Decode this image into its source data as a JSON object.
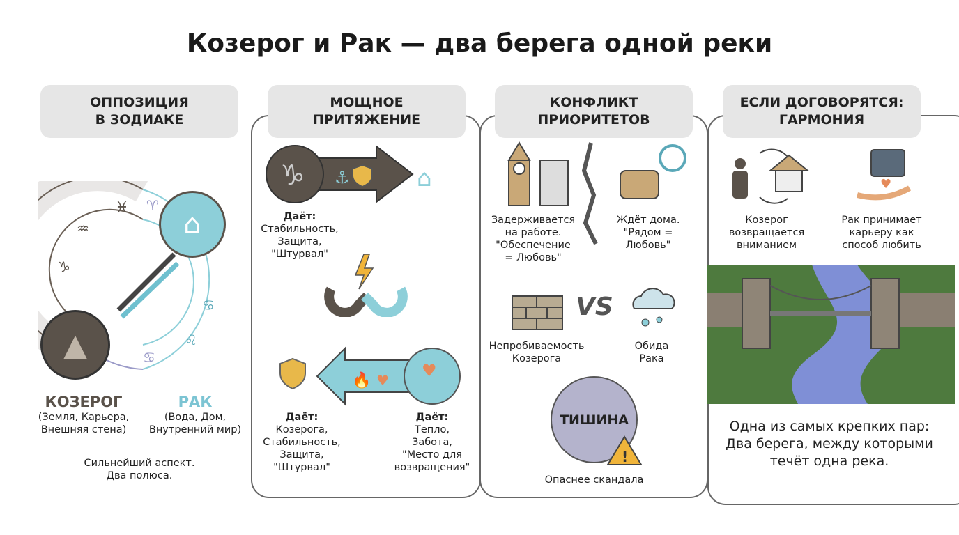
{
  "title": "Козерог и Рак — два берега одной реки",
  "columns": [
    {
      "header": "ОППОЗИЦИЯ\nВ ЗОДИАКЕ",
      "capricorn_name": "КОЗЕРОГ",
      "capricorn_desc": "(Земля, Карьера,\nВнешняя стена)",
      "cancer_name": "РАК",
      "cancer_desc": "(Вода, Дом,\nВнутренний мир)",
      "caption": "Сильнейший аспект.\nДва полюса."
    },
    {
      "header": "МОЩНОЕ\nПРИТЯЖЕНИЕ",
      "gives_label": "Даёт:",
      "top_gives": "Стабильность,\nЗащита,\n\"Штурвал\"",
      "bottom_left_gives": "Козерога,\nСтабильность,\nЗащита,\n\"Штурвал\"",
      "bottom_right_gives": "Тепло,\nЗабота,\n\"Место для\nвозвращения\""
    },
    {
      "header": "КОНФЛИКТ\nПРИОРИТЕТОВ",
      "work_text": "Задерживается\nна работе.\n\"Обеспечение\n= Любовь\"",
      "home_text": "Ждёт дома.\n\"Рядом =\nЛюбовь\"",
      "wall_text": "Непробиваемость\nКозерога",
      "vs_label": "VS",
      "hurt_text": "Обида\nРака",
      "silence_label": "ТИШИНА",
      "silence_caption": "Опаснее скандала"
    },
    {
      "header": "ЕСЛИ ДОГОВОРЯТСЯ:\nГАРМОНИЯ",
      "capricorn_text": "Козерог\nвозвращается\nвниманием",
      "cancer_text": "Рак принимает\nкарьеру как\nспособ любить",
      "conclusion": "Одна из самых крепких пар:\nДва берега, между которыми\nтечёт одна река."
    }
  ],
  "colors": {
    "capricorn": "#5a524a",
    "cancer": "#8dcfd9",
    "header_bg": "#e6e6e6",
    "river": "#7f8fd6",
    "grass": "#4e7a3e"
  }
}
